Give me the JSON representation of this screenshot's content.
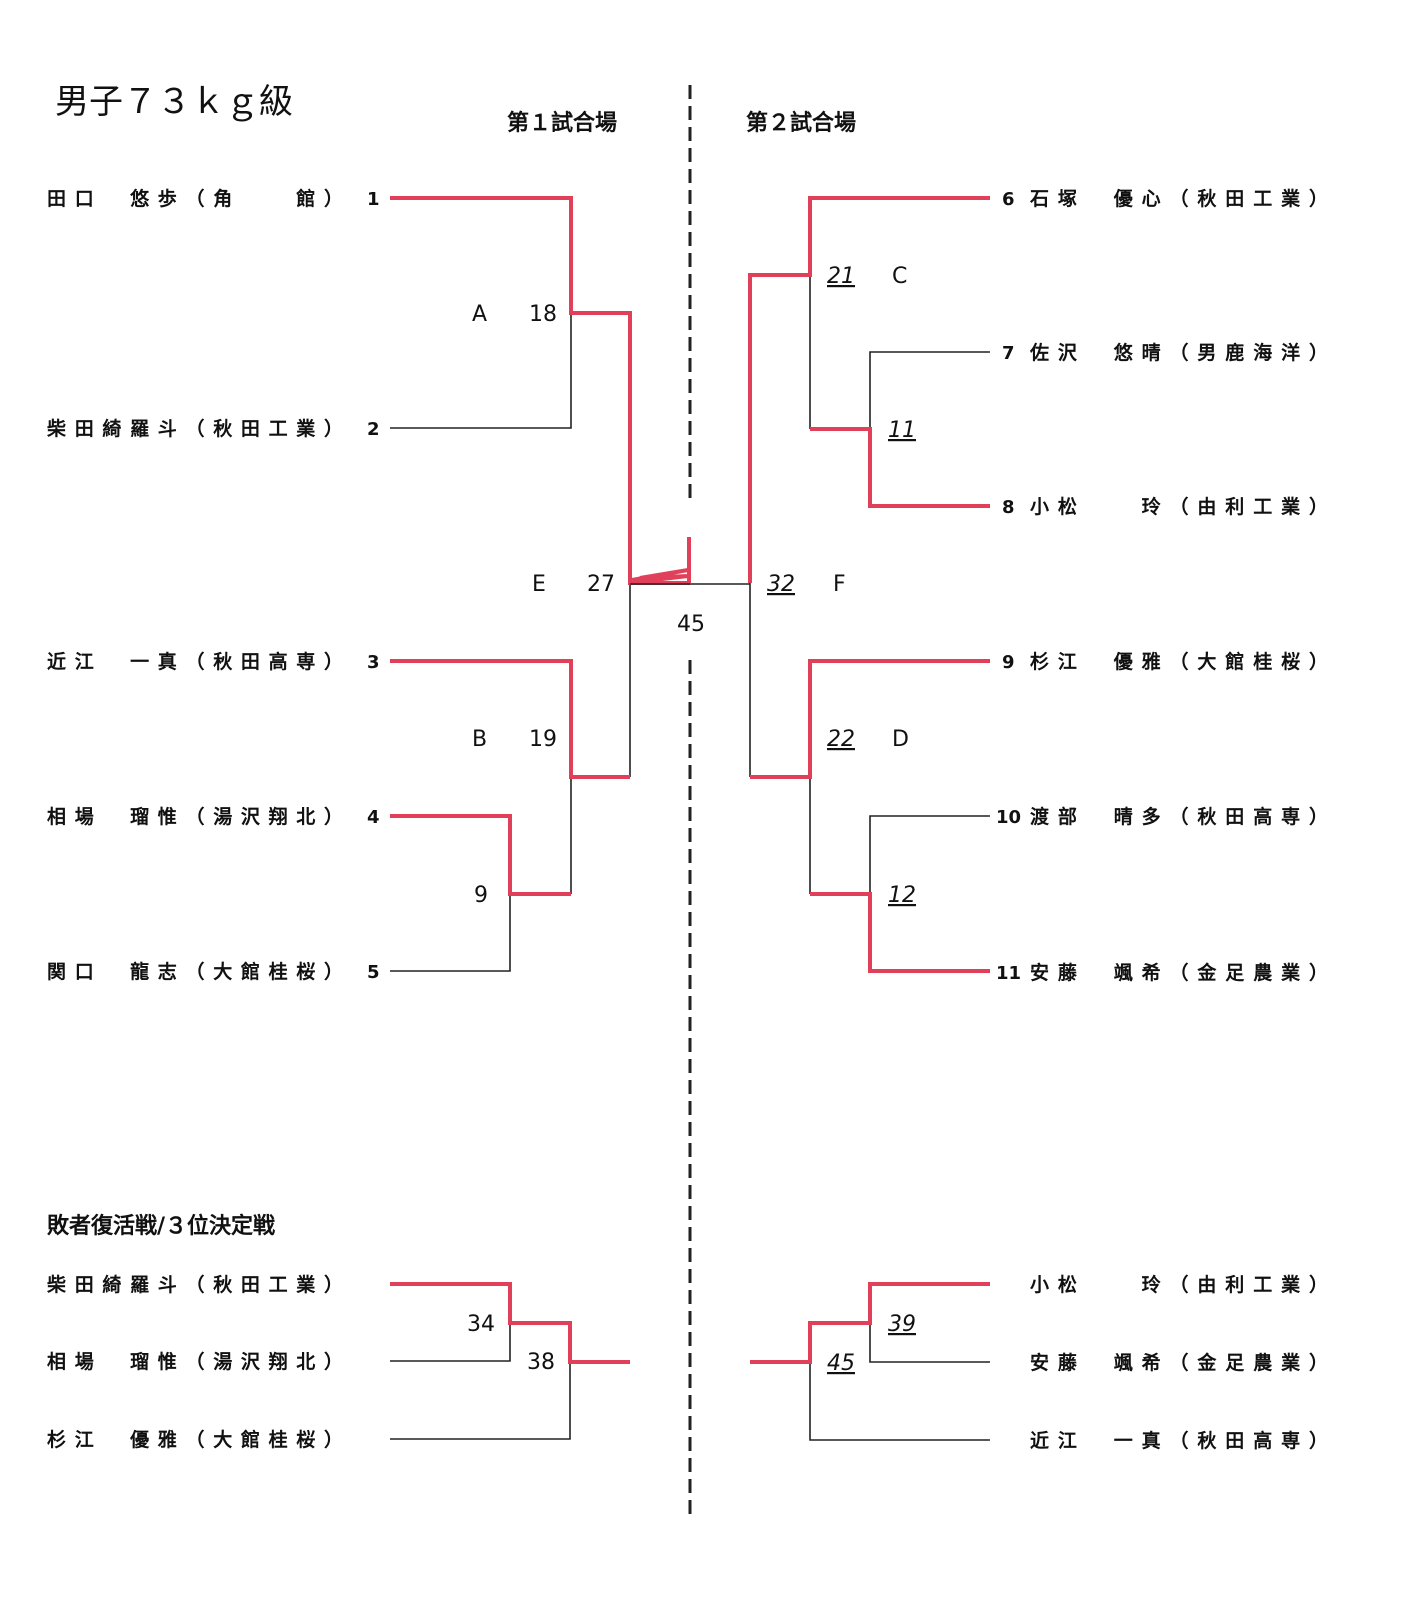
{
  "title": "男子７３ｋｇ級",
  "mat1": "第１試合場",
  "mat2": "第２試合場",
  "left_entries": [
    {
      "name": "田口　悠歩（角　　館）",
      "no": "1"
    },
    {
      "name": "柴田綺羅斗（秋田工業）",
      "no": "2"
    },
    {
      "name": "近江　一真（秋田高専）",
      "no": "3"
    },
    {
      "name": "相場　瑠惟（湯沢翔北）",
      "no": "4"
    },
    {
      "name": "関口　龍志（大館桂桜）",
      "no": "5"
    }
  ],
  "right_entries": [
    {
      "no": "6",
      "name": "石塚　優心（秋田工業）"
    },
    {
      "no": "7",
      "name": "佐沢　悠晴（男鹿海洋）"
    },
    {
      "no": "8",
      "name": "小松　　玲（由利工業）"
    },
    {
      "no": "9",
      "name": "杉江　優雅（大館桂桜）"
    },
    {
      "no": "10",
      "name": "渡部　晴多（秋田高専）"
    },
    {
      "no": "11",
      "name": "安藤　颯希（金足農業）"
    }
  ],
  "matches": {
    "A": {
      "label": "A",
      "no": "18"
    },
    "B": {
      "label": "B",
      "no": "19"
    },
    "p9": {
      "no": "9"
    },
    "E": {
      "label": "E",
      "no": "27"
    },
    "final": {
      "no": "45"
    },
    "C": {
      "label": "C",
      "no": "21"
    },
    "p11": {
      "no": "11"
    },
    "F": {
      "label": "F",
      "no": "32"
    },
    "D": {
      "label": "D",
      "no": "22"
    },
    "p12": {
      "no": "12"
    }
  },
  "repechage": {
    "title": "敗者復活戦/３位決定戦",
    "left": [
      "柴田綺羅斗（秋田工業）",
      "相場　瑠惟（湯沢翔北）",
      "杉江　優雅（大館桂桜）"
    ],
    "right": [
      "小松　　玲（由利工業）",
      "安藤　颯希（金足農業）",
      "近江　一真（秋田高専）"
    ],
    "m34": "34",
    "m38": "38",
    "m39": "39",
    "m45": "45"
  },
  "colors": {
    "winner_line": "#e0405a",
    "line": "#222222"
  }
}
